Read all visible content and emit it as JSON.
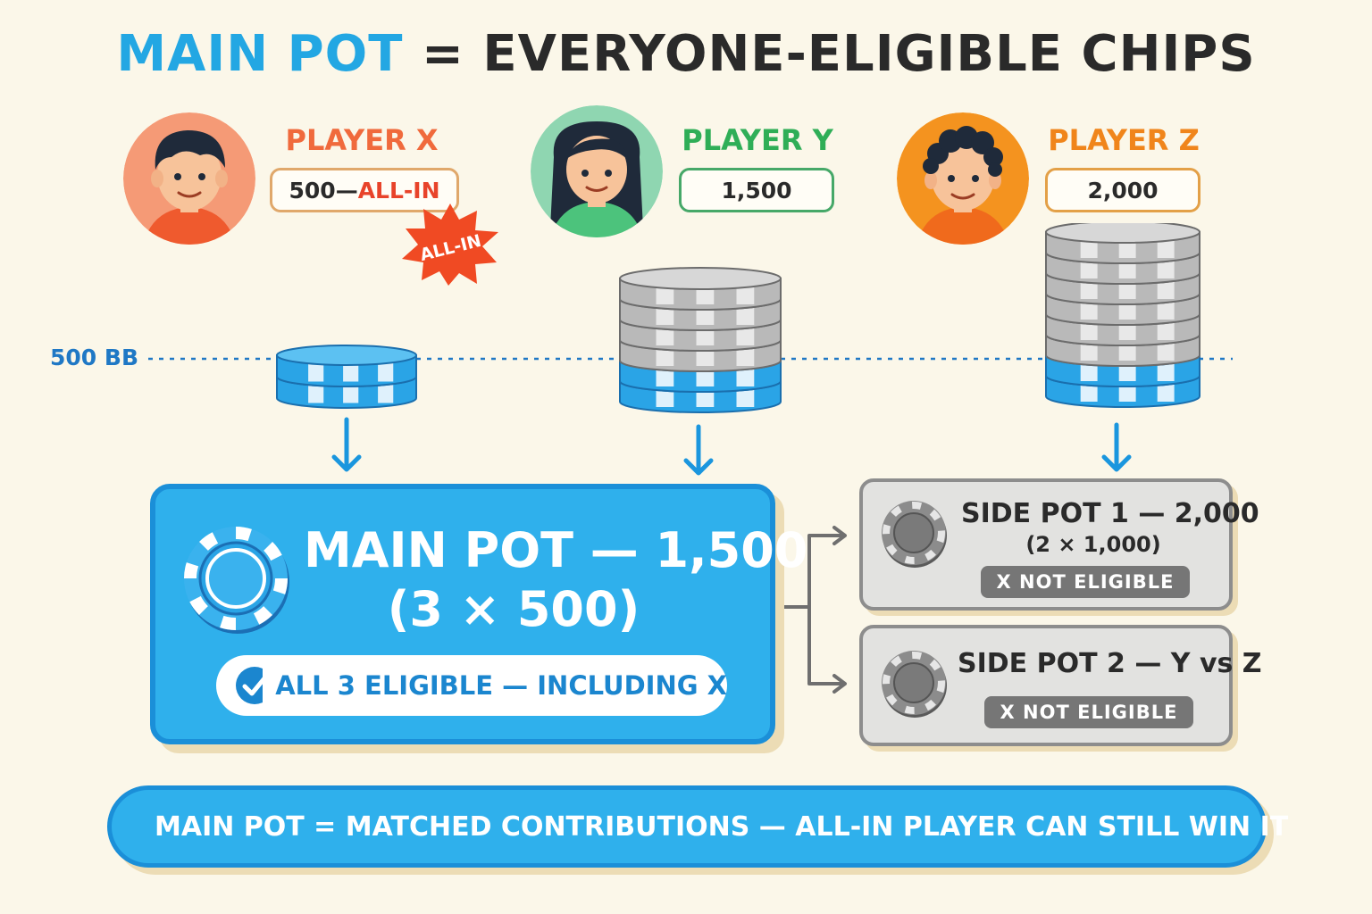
{
  "title": {
    "accent": "MAIN POT",
    "separator": "=",
    "rest": "EVERYONE-ELIGIBLE CHIPS"
  },
  "players": [
    {
      "name": "PLAYER X",
      "stack": "500",
      "stack_dash": " — ",
      "stack_note": "ALL-IN",
      "badge": "ALL-IN",
      "color": "#f06a3c",
      "box_border": "#e0a86b",
      "avatar_bg": "#f59a76",
      "shirt": "#ef5a2e",
      "hair": "#1f2a3a"
    },
    {
      "name": "PLAYER Y",
      "stack": "1,500",
      "color": "#2fae57",
      "box_border": "#46a868",
      "avatar_bg": "#8fd6b1",
      "shirt": "#4cc37c",
      "hair": "#1f2a3a"
    },
    {
      "name": "PLAYER Z",
      "stack": "2,000",
      "color": "#f0851b",
      "box_border": "#e3a047",
      "avatar_bg": "#f4931f",
      "shirt": "#f06a1c",
      "hair": "#1f2a3a"
    }
  ],
  "level_label": "500 BB",
  "main_pot": {
    "title": "MAIN POT — 1,500",
    "formula": "(3 × 500)",
    "eligibility": "ALL 3 ELIGIBLE — INCLUDING X"
  },
  "side_pots": [
    {
      "title": "SIDE POT 1 — 2,000",
      "formula": "(2 × 1,000)",
      "tag": "X NOT ELIGIBLE"
    },
    {
      "title": "SIDE POT 2 — Y vs Z",
      "tag": "X NOT ELIGIBLE"
    }
  ],
  "banner": "MAIN POT = MATCHED CONTRIBUTIONS — ALL-IN PLAYER CAN STILL WIN IT",
  "colors": {
    "blue": "#2fb0ec",
    "blue_dark": "#1b8fd8",
    "grey": "#e2e2e0",
    "bg": "#fbf7e9"
  }
}
